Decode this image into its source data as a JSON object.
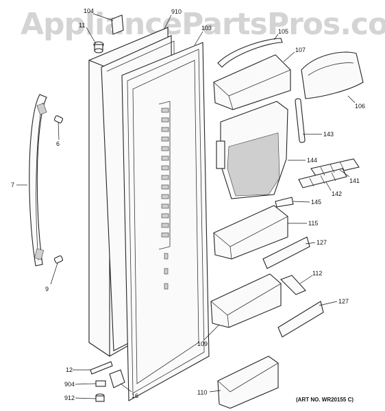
{
  "watermark": "AppliancePartsPros.com",
  "art_number": "(ART NO. WR20155 C)",
  "labels": {
    "l104": "104",
    "l910": "910",
    "l11": "11",
    "l103": "103",
    "l105": "105",
    "l107": "107",
    "l106": "106",
    "l6": "6",
    "l7": "7",
    "l9": "9",
    "l143": "143",
    "l144": "144",
    "l141": "141",
    "l142": "142",
    "l145": "145",
    "l115": "115",
    "l127a": "127",
    "l112": "112",
    "l127b": "127",
    "l109": "109",
    "l12": "12",
    "l904": "904",
    "l912": "912",
    "l16": "16",
    "l110": "110"
  }
}
